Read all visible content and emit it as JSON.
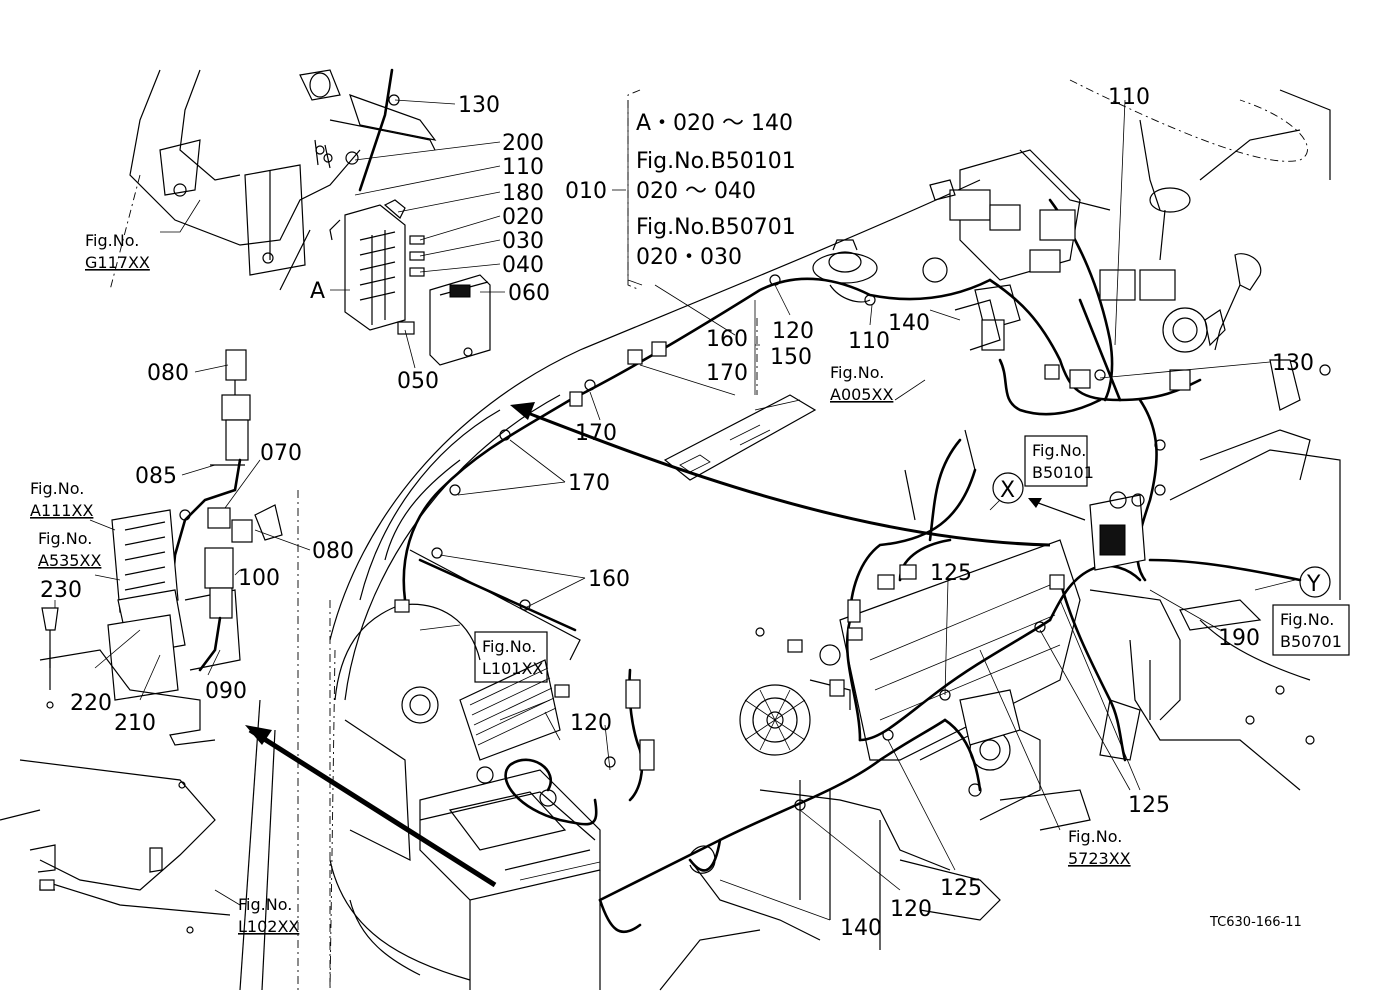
{
  "callouts": {
    "c130_top": "130",
    "c200": "200",
    "c110_top": "110",
    "c180": "180",
    "c020": "020",
    "c030": "030",
    "c040": "040",
    "c060": "060",
    "c050": "050",
    "cA": "A",
    "c080_top": "080",
    "c085": "085",
    "c070": "070",
    "c080_mid": "080",
    "c100": "100",
    "c090": "090",
    "c230": "230",
    "c220": "220",
    "c210": "210",
    "c010": "010",
    "c160_mid": "160",
    "c170_mid": "170",
    "c150": "150",
    "c120_top": "120",
    "c110_mid": "110",
    "c140_mid": "140",
    "c110_right": "110",
    "c130_right": "130",
    "c170_a": "170",
    "c170_b": "170",
    "c160_low": "160",
    "c120_low": "120",
    "c125_a": "125",
    "c190": "190",
    "c125_b": "125",
    "c125_c": "125",
    "c120_bottom": "120",
    "c140_bottom": "140",
    "cX": "X",
    "cY": "Y"
  },
  "legend_box": {
    "line1": "A・020 ～ 140",
    "line2": "Fig.No.B50101",
    "line3": "020 ～ 040",
    "line4": "Fig.No.B50701",
    "line5": "020・030"
  },
  "fig_refs": {
    "g117_a": "Fig.No.",
    "g117_b": "G117XX",
    "a111_a": "Fig.No.",
    "a111_b": "A111XX",
    "a535_a": "Fig.No.",
    "a535_b": "A535XX",
    "a005_a": "Fig.No.",
    "a005_b": "A005XX",
    "b50101_a": "Fig.No.",
    "b50101_b": "B50101",
    "l101_a": "Fig.No.",
    "l101_b": "L101XX",
    "b50701_a": "Fig.No.",
    "b50701_b": "B50701",
    "m5723_a": "Fig.No.",
    "m5723_b": "5723XX",
    "l102_a": "Fig.No.",
    "l102_b": "L102XX"
  },
  "drawing_code": "TC630-166-11"
}
